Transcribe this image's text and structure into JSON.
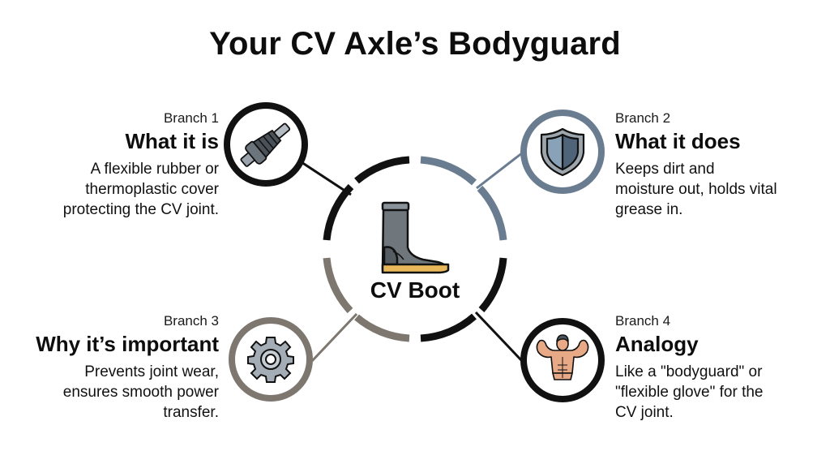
{
  "title": "Your CV Axle’s Bodyguard",
  "center": {
    "label": "CV Boot",
    "icon": "boot-icon"
  },
  "branches": [
    {
      "number": "Branch 1",
      "heading": "What it is",
      "description": "A flexible rubber or thermoplastic cover protecting the CV joint.",
      "icon": "cv-joint-icon",
      "color": "#111111"
    },
    {
      "number": "Branch 2",
      "heading": "What it does",
      "description": "Keeps dirt and moisture out, holds vital grease in.",
      "icon": "shield-icon",
      "color": "#6a7d90"
    },
    {
      "number": "Branch 3",
      "heading": "Why it’s important",
      "description": "Prevents joint wear, ensures smooth power transfer.",
      "icon": "gear-icon",
      "color": "#7d7770"
    },
    {
      "number": "Branch 4",
      "heading": "Analogy",
      "description": "Like a \"bodyguard\" or \"flexible glove\" for the CV joint.",
      "icon": "bodybuilder-icon",
      "color": "#111111"
    }
  ],
  "colors": {
    "dark": "#111111",
    "slate": "#6a7d90",
    "taupe": "#7d7770",
    "boot_gray": "#6f777d",
    "boot_sole": "#e8b85a",
    "skin": "#e8a987"
  }
}
